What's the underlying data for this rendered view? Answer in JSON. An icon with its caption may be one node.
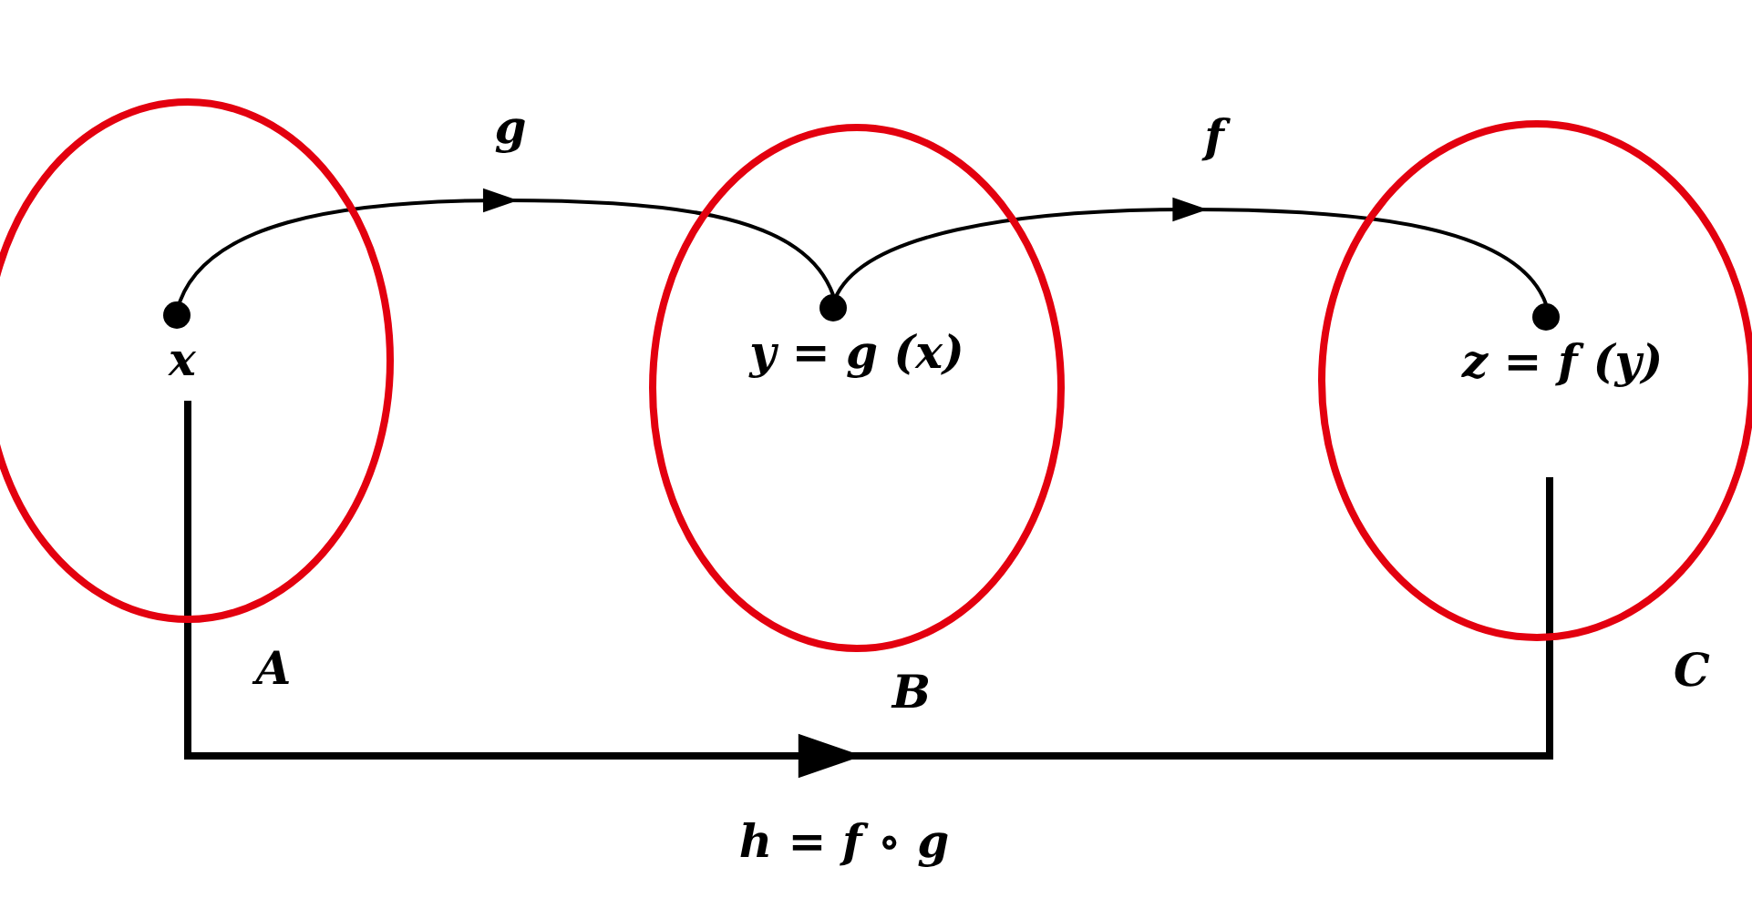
{
  "diagram": {
    "nodes": [
      {
        "text": [
          "A"
        ]
      },
      {
        "text": [
          "B"
        ]
      },
      {
        "text": [
          "C"
        ]
      },
      {
        "text": [
          "x"
        ],
        "in": 0
      },
      {
        "text": [
          "y = g (x)"
        ],
        "in": 1
      },
      {
        "text": [
          "z = f (y)"
        ],
        "in": 2
      }
    ],
    "edges": [
      {
        "from": 3,
        "to": 4,
        "arrow": "to",
        "label": "g"
      },
      {
        "from": 4,
        "to": 5,
        "arrow": "to",
        "label": "f"
      },
      {
        "from": 3,
        "to": 5,
        "arrow": "to",
        "label": "h = f ∘ g",
        "style": "thick"
      }
    ]
  }
}
